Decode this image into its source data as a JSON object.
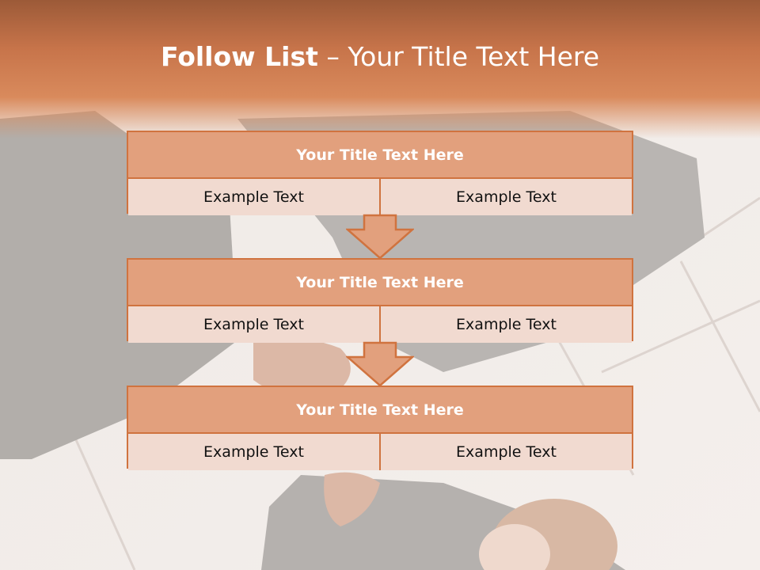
{
  "slide": {
    "title_bold": "Follow List",
    "title_rest": " – Your Title Text Here"
  },
  "steps": [
    {
      "title": "Your Title Text Here",
      "left": "Example Text",
      "right": "Example Text"
    },
    {
      "title": "Your Title Text Here",
      "left": "Example Text",
      "right": "Example Text"
    },
    {
      "title": "Your Title Text Here",
      "left": "Example Text",
      "right": "Example Text"
    }
  ],
  "colors": {
    "accent": "#d0733f",
    "header_fill": "#e2a07d",
    "cell_fill": "#f1dad0"
  }
}
